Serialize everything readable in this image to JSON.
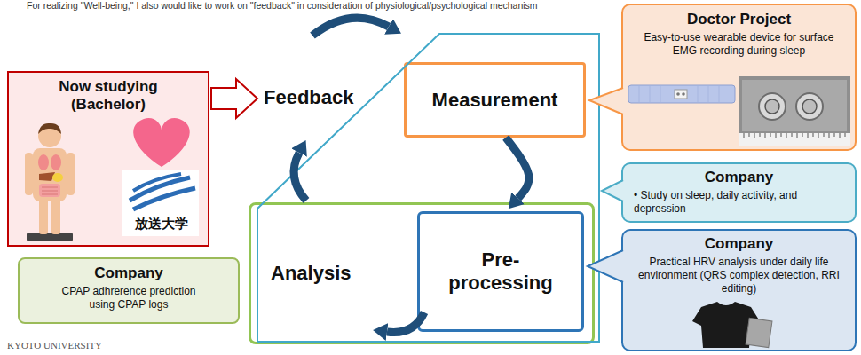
{
  "diagram": {
    "nodes": [
      {
        "text": [
          "Now studying (Bachelor)",
          "放送大学"
        ]
      },
      {
        "text": [
          "Measurement"
        ]
      },
      {
        "text": [
          "Doctor Project",
          "Easy-to-use wearable device for surface EMG recording during sleep"
        ]
      },
      {
        "text": [
          "Company",
          "• Study on sleep, daily activity, and depression"
        ]
      },
      {
        "text": [
          "Analysis"
        ]
      },
      {
        "text": [
          "Pre-processing"
        ],
        "in": 4
      },
      {
        "text": [
          "Company",
          "Practical HRV analysis under daily life environment (QRS complex detection, RRI editing)"
        ]
      },
      {
        "text": [
          "Company",
          "CPAP adhrerence prediction using CPAP logs"
        ]
      }
    ],
    "edges": [
      {
        "from": 1,
        "to": 5,
        "arrow": "to"
      }
    ],
    "labels": [
      "For realizing \"Well-being,\" I also would like to work on \"feedback\" in consideration of physiological/psychological mechanism",
      "Feedback",
      "KYOTO UNIVERSITY"
    ]
  }
}
